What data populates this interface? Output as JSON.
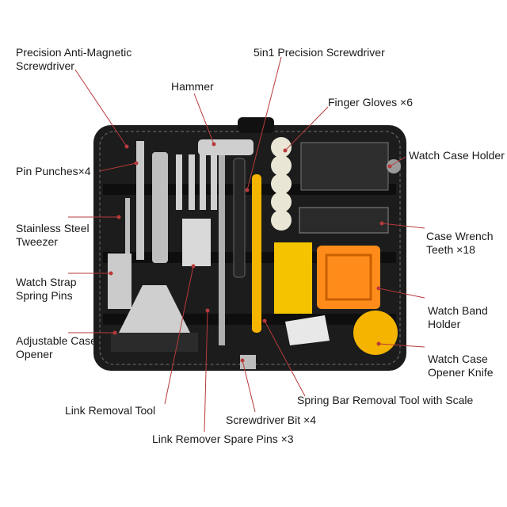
{
  "labels": {
    "precision_screwdriver": "Precision Anti-Magnetic Screwdriver",
    "five_in_one": "5in1 Precision Screwdriver",
    "hammer": "Hammer",
    "finger_gloves": "Finger Gloves ×6",
    "watch_case_holder": "Watch Case Holder",
    "pin_punches": "Pin Punches×4",
    "tweezer": "Stainless Steel Tweezer",
    "case_wrench": "Case Wrench Teeth ×18",
    "spring_pins": "Watch Strap Spring Pins",
    "band_holder": "Watch Band Holder",
    "case_opener": "Adjustable Case Opener",
    "opener_knife": "Watch Case Opener Knife",
    "spring_bar_tool": "Spring Bar Removal Tool with Scale",
    "link_removal": "Link Removal Tool",
    "screwdriver_bit": "Screwdriver Bit ×4",
    "spare_pins": "Link Remover Spare Pins ×3"
  },
  "colors": {
    "leader_line": "#b83a3a",
    "case_body": "#1c1c1c",
    "accent_yellow": "#f5b400",
    "orange": "#ff8c1a"
  }
}
